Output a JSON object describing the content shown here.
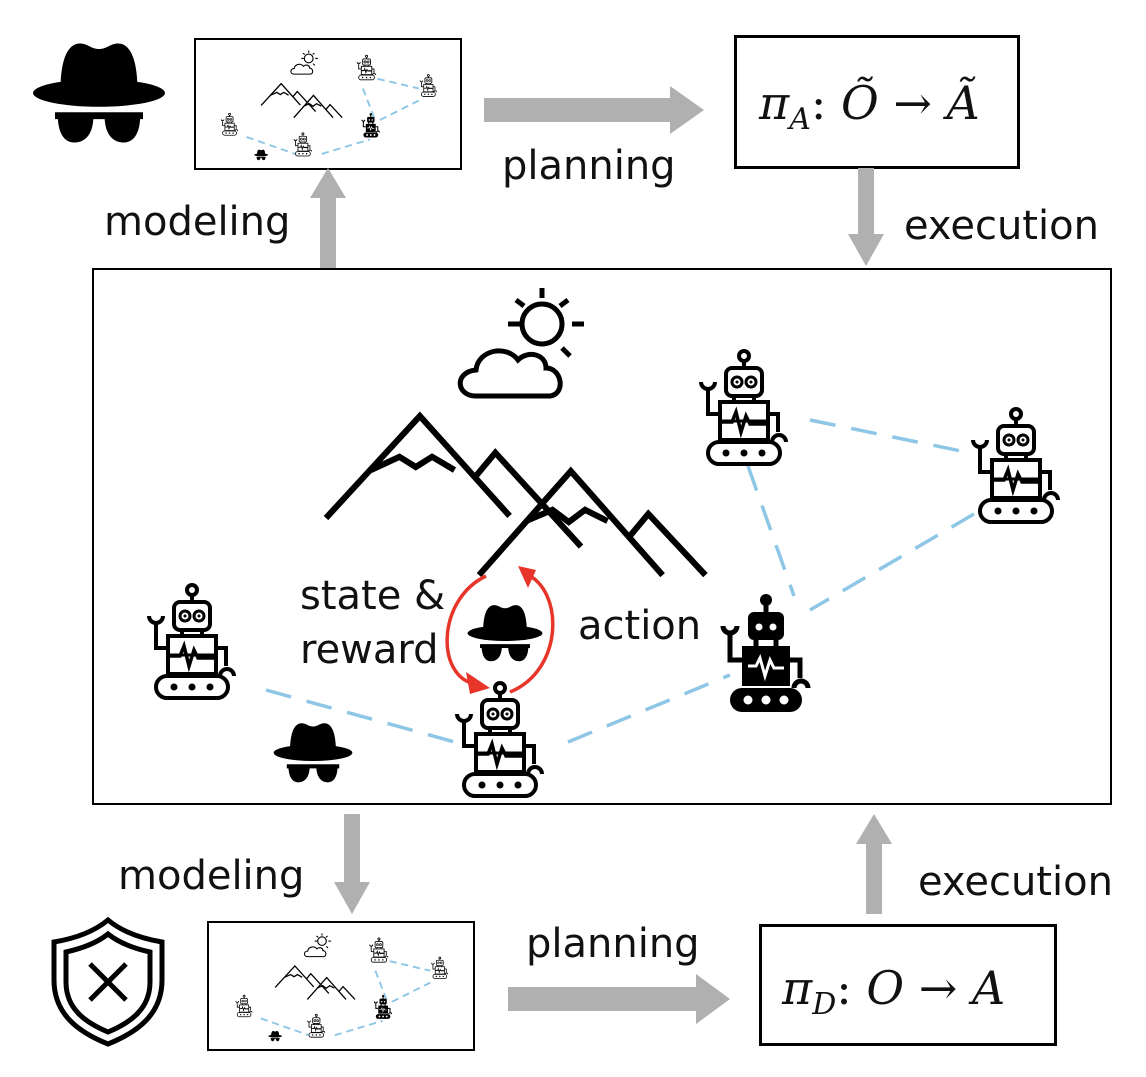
{
  "figure": {
    "colors": {
      "arrow_gray": "#b0b0b0",
      "dashed_link": "#8ec6e6",
      "cycle_red": "#e8352a",
      "ink": "#000000"
    },
    "attacker": {
      "icon": "spy-icon",
      "modeling_label": "modeling",
      "planning_label": "planning",
      "execution_label": "execution",
      "policy": {
        "symbol": "π",
        "subscript": "A",
        "colon": ":",
        "domain": "Õ",
        "arrow": "→",
        "codomain": "Ã"
      }
    },
    "defender": {
      "icon": "shield-x-icon",
      "modeling_label": "modeling",
      "planning_label": "planning",
      "execution_label": "execution",
      "policy": {
        "symbol": "π",
        "subscript": "D",
        "colon": ":",
        "domain": "O",
        "arrow": "→",
        "codomain": "A"
      }
    },
    "environment": {
      "state_label_line1": "state &",
      "state_label_line2": "reward",
      "action_label": "action",
      "elements": [
        "sun-cloud-icon",
        "mountains-icon",
        "robot-icon x5",
        "spy-icon x2",
        "dashed communication links"
      ]
    }
  }
}
